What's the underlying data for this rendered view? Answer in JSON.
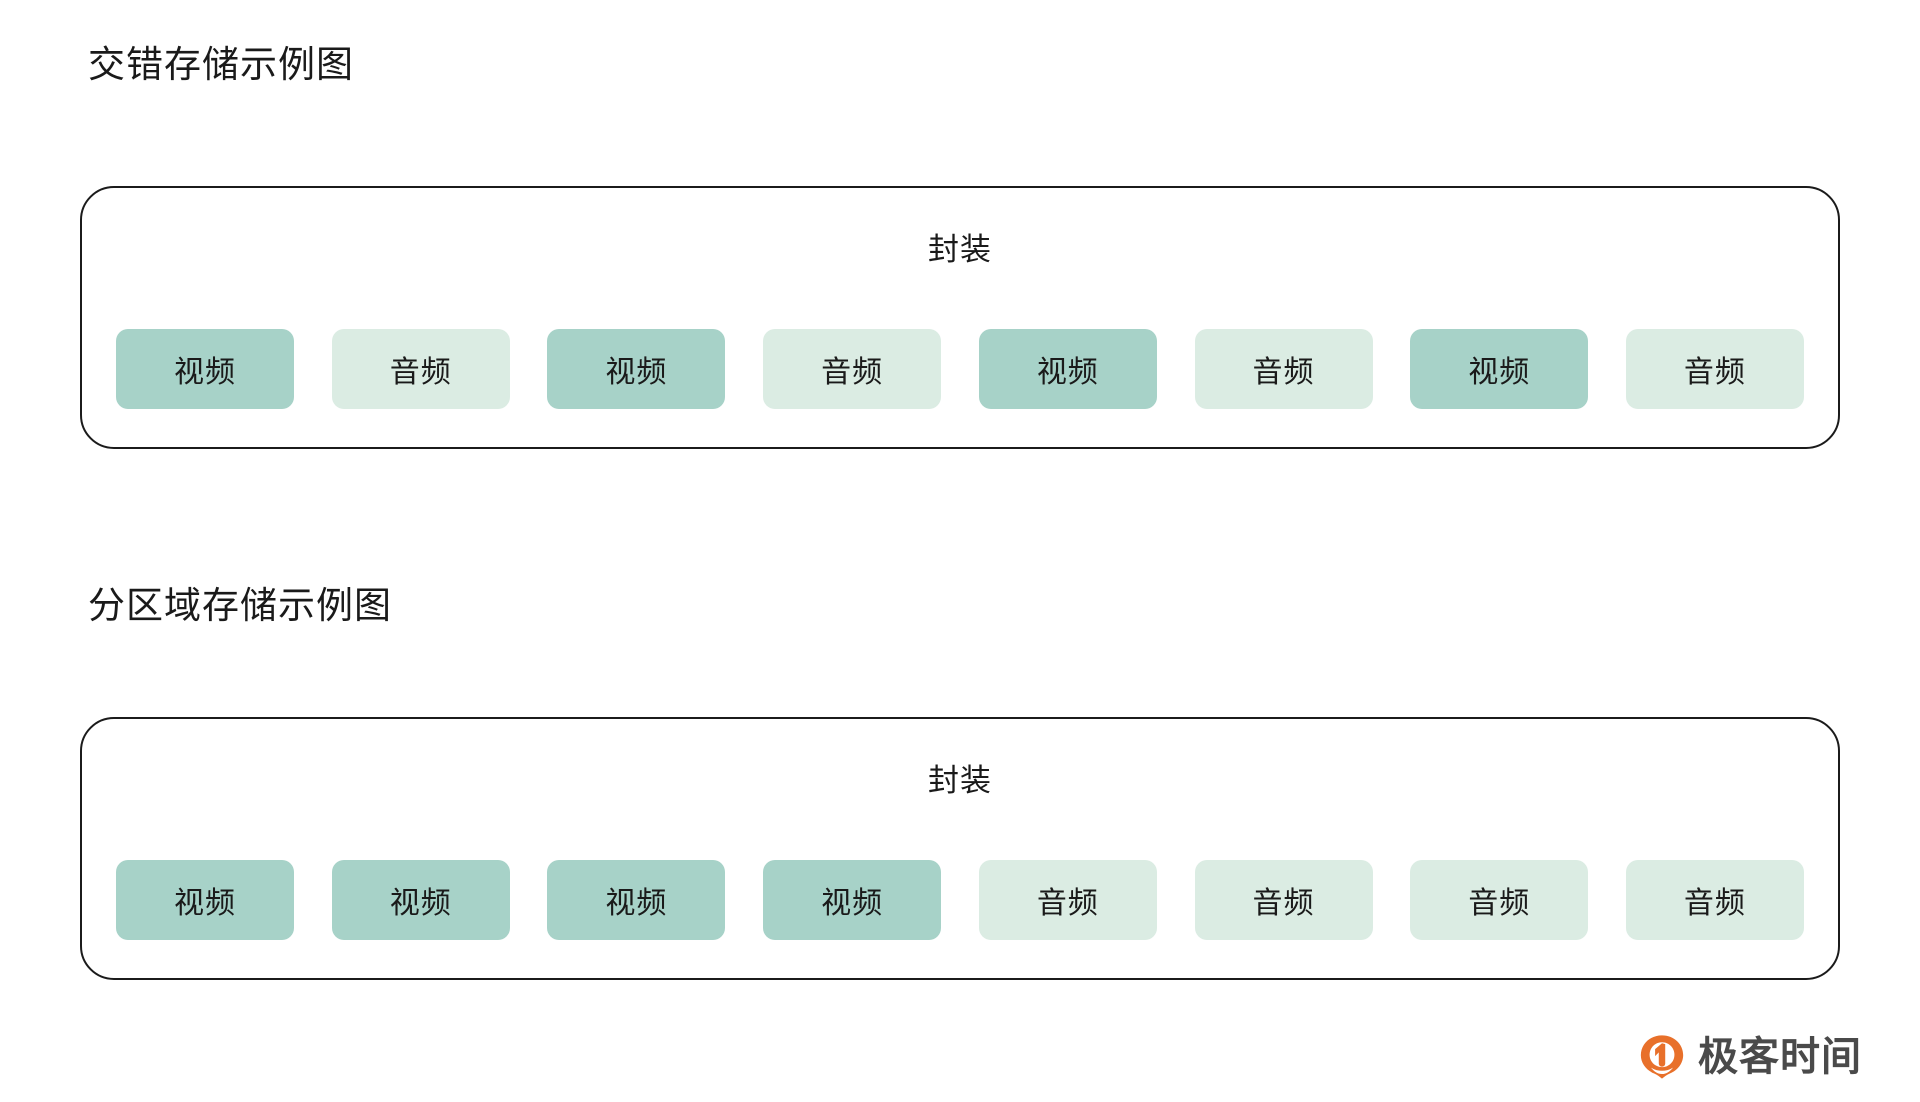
{
  "sections": [
    {
      "title": "交错存储示例图",
      "container_label": "封装",
      "blocks": [
        {
          "label": "视频",
          "kind": "video"
        },
        {
          "label": "音频",
          "kind": "audio"
        },
        {
          "label": "视频",
          "kind": "video"
        },
        {
          "label": "音频",
          "kind": "audio"
        },
        {
          "label": "视频",
          "kind": "video"
        },
        {
          "label": "音频",
          "kind": "audio"
        },
        {
          "label": "视频",
          "kind": "video"
        },
        {
          "label": "音频",
          "kind": "audio"
        }
      ]
    },
    {
      "title": "分区域存储示例图",
      "container_label": "封装",
      "blocks": [
        {
          "label": "视频",
          "kind": "video"
        },
        {
          "label": "视频",
          "kind": "video"
        },
        {
          "label": "视频",
          "kind": "video"
        },
        {
          "label": "视频",
          "kind": "video"
        },
        {
          "label": "音频",
          "kind": "audio"
        },
        {
          "label": "音频",
          "kind": "audio"
        },
        {
          "label": "音频",
          "kind": "audio"
        },
        {
          "label": "音频",
          "kind": "audio"
        }
      ]
    }
  ],
  "brand": {
    "name": "极客时间",
    "mark_icon": "geektime-logo-icon",
    "mark_color": "#E8702A",
    "name_color": "#4a4a4a"
  },
  "colors": {
    "video_block": "#a7d2c8",
    "audio_block": "#dbece3",
    "container_border": "#1b1b1b",
    "text": "#1a1a1a",
    "background": "#ffffff"
  }
}
